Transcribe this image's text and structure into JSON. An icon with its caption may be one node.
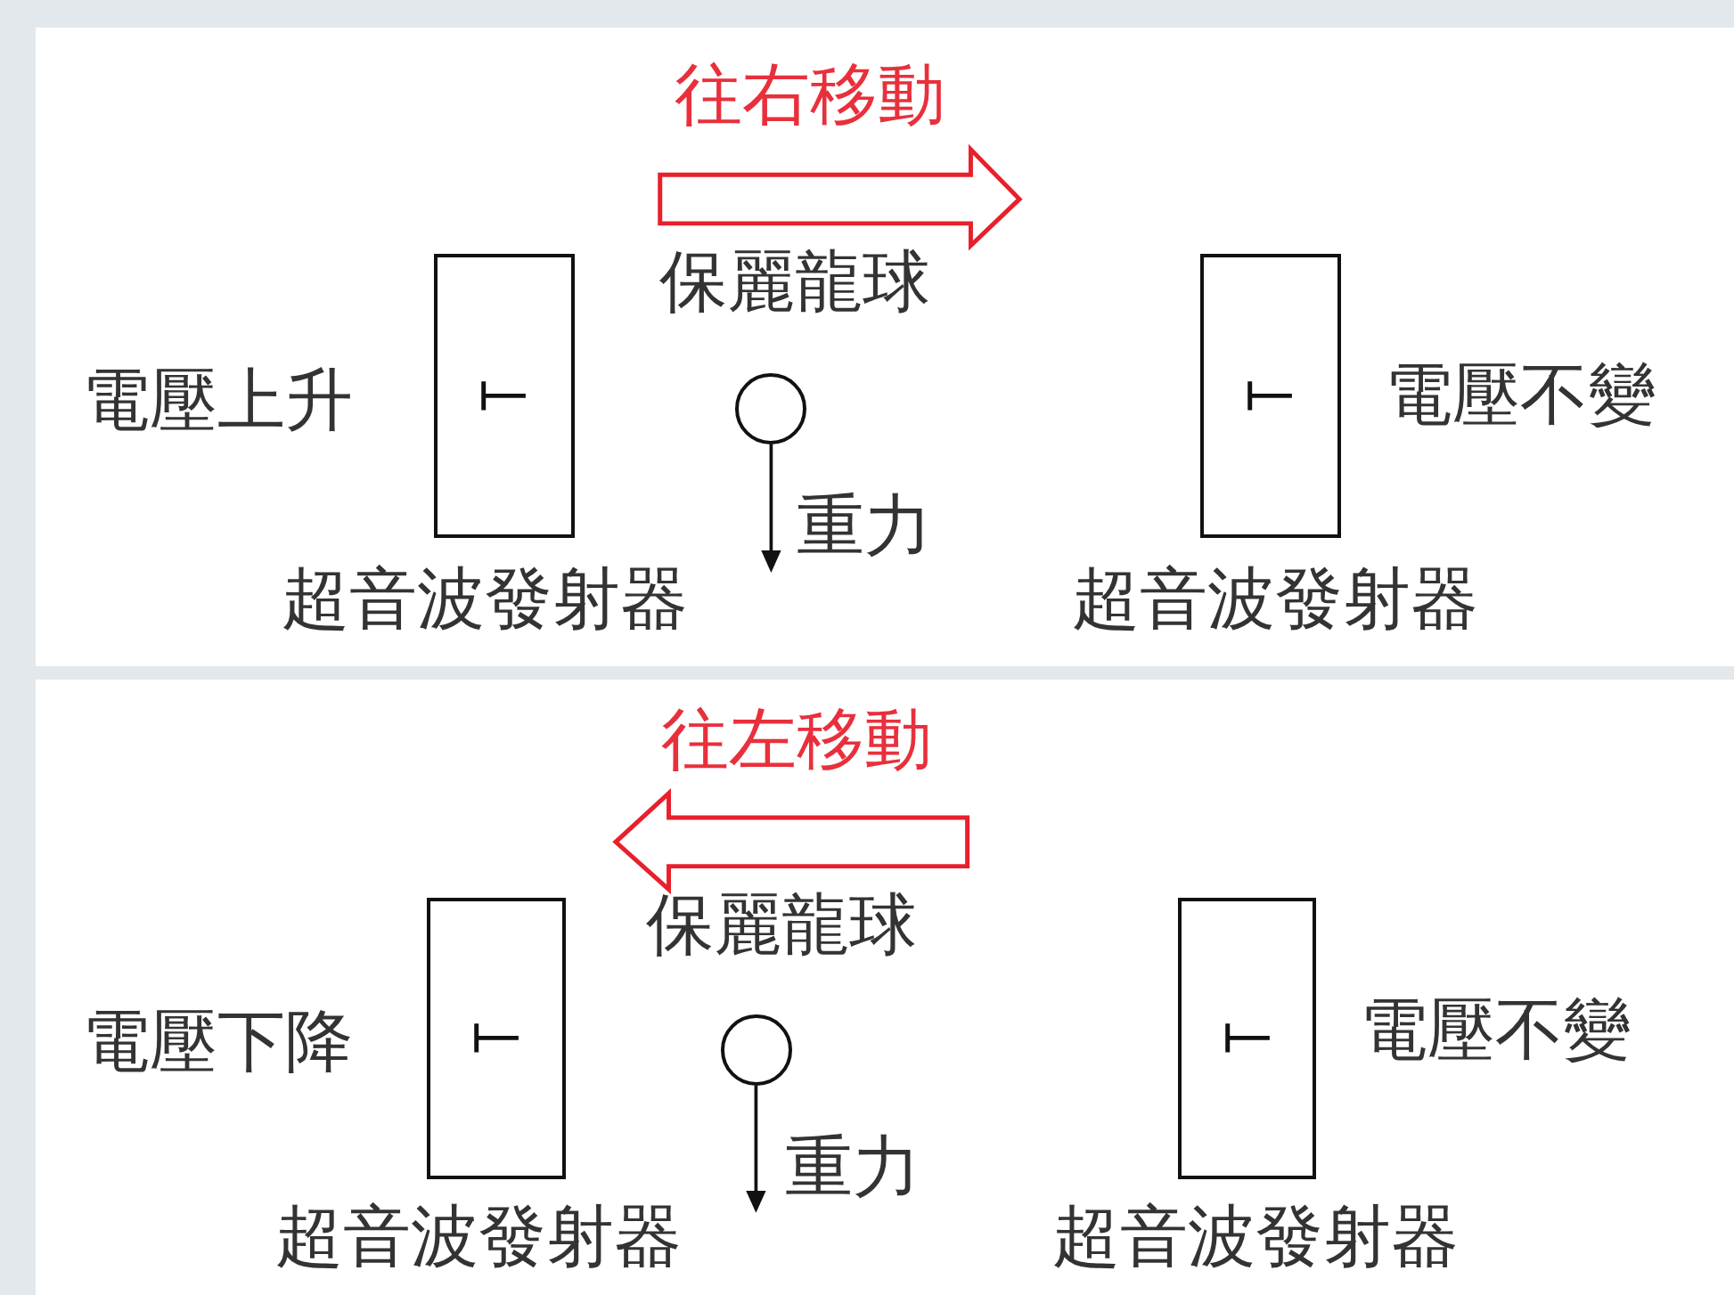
{
  "diagram": {
    "nodes": [
      {
        "text": [],
        "shape": "box",
        "beside": [
          "電壓上升",
          "超音波發射器"
        ]
      },
      {
        "text": [],
        "shape": "circle",
        "beside": [
          "保麗龍球"
        ]
      },
      {
        "text": [],
        "shape": "box",
        "beside": [
          "電壓不變",
          "超音波發射器"
        ]
      },
      {
        "text": [],
        "shape": "box",
        "beside": [
          "電壓下降",
          "超音波發射器"
        ]
      },
      {
        "text": [],
        "shape": "circle",
        "beside": [
          "保麗龍球"
        ]
      },
      {
        "text": [],
        "shape": "box",
        "beside": [
          "電壓不變",
          "超音波發射器"
        ]
      }
    ],
    "edges": [],
    "labels": [
      "往右移動",
      "重力",
      "往左移動",
      "重力"
    ]
  }
}
